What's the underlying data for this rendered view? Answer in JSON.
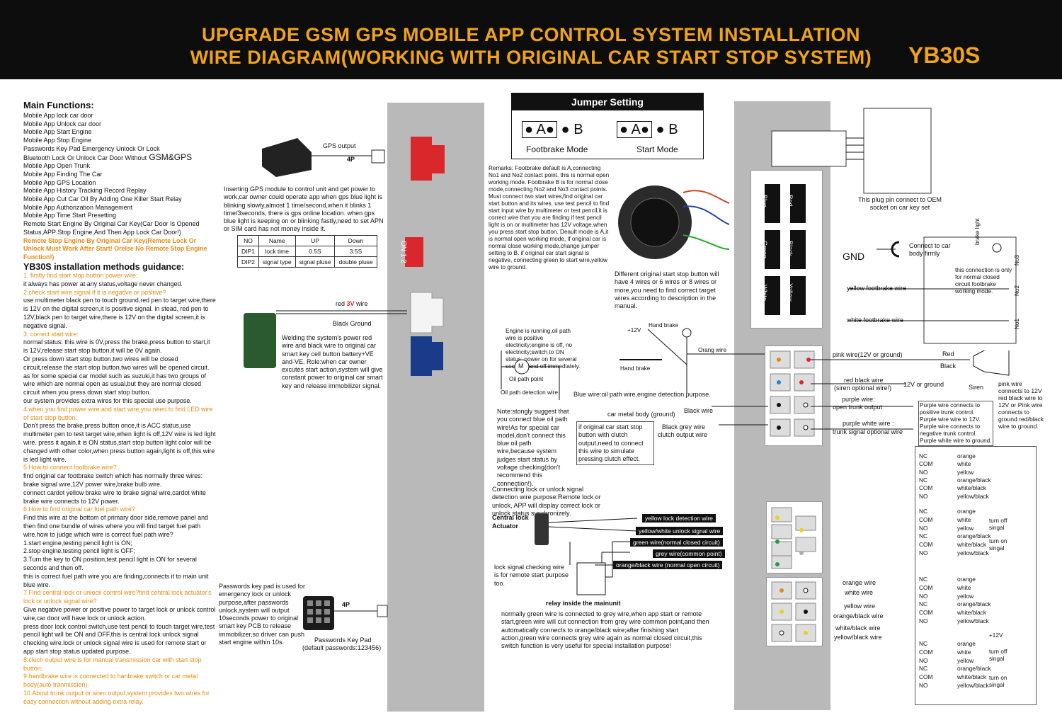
{
  "header": {
    "title_line1": "UPGRADE GSM GPS MOBILE APP CONTROL SYSTEM INSTALLATION",
    "title_line2": "WIRE DIAGRAM(WORKING WITH ORIGINAL CAR START STOP SYSTEM)",
    "model": "YB30S"
  },
  "main_functions": {
    "title": "Main Functions:",
    "items": [
      "Mobile App lock car door",
      "Mobile App Unlock car door",
      "Mobile App Start Engine",
      "Mobile App Stop Engine",
      "Passwords Key Pad Emergency Unlock Or Lock",
      "Bluetooth Lock Or Unlock Car Door Without",
      "Mobile App Open Trunk",
      "Mobile App Finding The Car",
      "Mobile App GPS Location",
      "Mobile App History Tracking Record Replay",
      "Mobile App Cut Car Oil By Adding One Killer Start Relay",
      "Mobile App Authorization Management",
      "Mobile App Time Start Presetting",
      "Remote Start Engine By Original Car Key(Car Door Is Opened",
      "Status,APP Stop Engine,And Then App Lock Car Door!)"
    ],
    "gsm_gps": "GSM&GPS",
    "warning": "Remote Stop Engine By Original Car Key(Remote Lock Or Unlock Must Work After Start! Orelse No Remote Stop Engine Function!)"
  },
  "guidance": {
    "title": "YB30S installation methods guidance:",
    "lines": [
      {
        "t": "1. firstly find start stop button power wire;",
        "h": true
      },
      {
        "t": "it always has power at any status,voltage never changed.",
        "h": false
      },
      {
        "t": "2.check start wire signal if it is negative or positive?",
        "h": true
      },
      {
        "t": "use multimeter black pen to touch ground,red pen to target wire,there is 12V on the digital screen,it is positive signal. in stead, red pen to 12V,black pen to target wire,there is 12V on the digital screen,it is negative signal.",
        "h": false
      },
      {
        "t": "3. correct start wire:",
        "h": true
      },
      {
        "t": "normal status: this wire is 0V,press the brake,press button to start,it is 12V,release start stop button,it will be 0V again.",
        "h": false
      },
      {
        "t": "Or press down start stop button,two wires will be closed circuit,release the start stop button,two wires will be opened circuit. as for some special car model such as suzuki,it has two groups of wire which are normal open as usual,but they are normal closed circuit when you press down start stop button.",
        "h": false
      },
      {
        "t": "our system provides extra wires for this special use purpose.",
        "h": false
      },
      {
        "t": "4.when you find power wire and start wire,you need to find LED wire of start stop button.",
        "h": true
      },
      {
        "t": "Don't press the brake,press button once,it is ACC status,use multimeter pen to test target wire,when light is off,12V wire is led light wire. press it again,it is ON status,start stop button light color will be changed with other color,when press button again,light is off,this wire is led light wire.",
        "h": false
      },
      {
        "t": "5.How to connect footbrake wire?",
        "h": true
      },
      {
        "t": "find original car footbrake switch which has normally three wires: brake signal wire,12V power wire,brake bulb wire.",
        "h": false
      },
      {
        "t": "connect cardot yellow brake wire to brake signal wire,cardot white brake wire connects to 12V power.",
        "h": false
      },
      {
        "t": "6.How to find original car fuel path wire?",
        "h": true
      },
      {
        "t": "Find this wire at the bottom of primary door side,remove panel and then find one bundle of wires where you will find target fuel path wire.how to judge which wire is correct fuel path wire?",
        "h": false
      },
      {
        "t": "    1.start engine,testing pencil light is ON;",
        "h": false
      },
      {
        "t": "    2.stop engine,testing pencil light is OFF;",
        "h": false
      },
      {
        "t": "    3.Turn the key to ON position,test pencil light is ON for several seconds and then off.",
        "h": false
      },
      {
        "t": "this is correct fuel path wire you are finding,connects it to main unit blue wire.",
        "h": false
      },
      {
        "t": "7.Find central lock or unlock control wire?find central lock actuator's lock or unlock signal wire?",
        "h": true
      },
      {
        "t": "Give negative power or positive power to target lock or unlock control wire,car door will have lock or unlock action.",
        "h": false
      },
      {
        "t": "press door lock control switch,use test pencil to touch target wire,test pencil light will be ON and OFF,this is central lock unlock signal checking wire.lock or unlock signal wire is used for remote start or app start stop status updated purpose.",
        "h": false
      },
      {
        "t": "8.cluch output wire is for manual transmission car with start stop button;",
        "h": true
      },
      {
        "t": "9.handbrake wire is connected to hanbrake switch or car metal body(auto tranmission).",
        "h": true
      },
      {
        "t": "10.About trunk output or siren output,system provides two wires for easy connection without adding extra relay.",
        "h": true
      }
    ]
  },
  "gps": {
    "output": "GPS output",
    "pins": "4P",
    "text": "Inserting GPS module to control unit and get power to work,car owner could operate app when gps blue light is blinking slowly,almost 1 time/second,when it blinks 1 time/3seconds, there is gps online location. when gps blue light is keeping on or blinking fastly,need to set APN or SIM card has not money inside it."
  },
  "dip_table": {
    "headers": [
      "NO",
      "Name",
      "UP",
      "Down"
    ],
    "rows": [
      [
        "DIP1",
        "lock time",
        "0.5S",
        "3.5S"
      ],
      [
        "DIP2",
        "signal type",
        "signal pluse",
        "double pluse"
      ]
    ]
  },
  "dip_switch": {
    "label": "ON 1 2"
  },
  "smartkey": {
    "red_wire": "red",
    "red_v": "3V",
    "red_wire2": "wire",
    "black_ground": "Black Ground",
    "text": "Welding the system's power red wire and black wire to original car smart key cell button battery+VE and-VE. Role:when car owner excutes start action,system will give constant power to original car smart key and release immobilizer signal."
  },
  "keypad": {
    "text": "Passwords key pad is used for emergency lock or unlock purpose,after passwords unlock,system will output 10seconds power to original smart key PCB to release immobilizer,so driver can push start engine within 10s.",
    "pins": "4P",
    "caption1": "Passwords Key Pad",
    "caption2": "(default passwords:123456)"
  },
  "jumper": {
    "title": "Jumper Setting",
    "a": "A",
    "b": "B",
    "foot": "Footbrake Mode",
    "start": "Start Mode"
  },
  "remarks": {
    "text": "Remarks: Footbrake default is A,connecting No1 and No2 contact point. this is normal open working mode. Footbrake B is for normal close mode,connecting No2 and No3 contact points. Must connect two start wires,find original car start button and its wires. use test pencil to find start input wire by multimeter or test pencil,it is correct wire that you are finding if test pencil light is on or multimeter has 12V voltage.when you press start stop button. Deault mode is A,it is normal open working mode, if original car is normal close working mode,change jumper setting to B. if original car start signal is negative, connecting green to start wire,yellow wire to ground."
  },
  "button_note": "Different original start stop button will have 4 wires or 6 wires or 8 wires or more,you need to find correct target wires according to description in the manual.",
  "start_wires": [
    "Blue",
    "Red",
    "Green",
    "Black",
    "White",
    "Yellow"
  ],
  "plug_note": "This plug pin connect to OEM socket on car key set",
  "gnd": {
    "label": "GND",
    "connect": "Connect to car body firmly",
    "brake_light": "brake light",
    "note": "this connection is only for normal closed circuit footbrake working mode.",
    "no3": "No3",
    "no2": "No2",
    "no1": "No1",
    "yellow_fb": "yellow footbrake wire",
    "white_fb": "white footbrake wire"
  },
  "oil": {
    "engine_note": "Engine is running,oil path wire is positive electricity;engine is off, no electricity;switch to ON status, power on for several seconds and off immediately.",
    "motor": "M",
    "oil_pump": "Oil path point",
    "oil_det": "Oil path detection wire",
    "blue_wire": "Blue wire:oil path wire,engine detection purpose.",
    "plus12": "+12V",
    "hand_brake": "Hand brake",
    "hand_brake2": "Hand brake",
    "orange_wire": "Orang wire"
  },
  "right_wires": {
    "pink": "pink wire(12V or ground)",
    "red_black": "red black wire",
    "red_black2": "(siren optional wire!)",
    "v12_ground": "12V or ground",
    "purple": "purple wire:",
    "purple2": "open trunk output",
    "purple_white": "purple white wire :",
    "purple_white2": "trunk signal optional wire",
    "red": "Red",
    "black": "Black",
    "siren": "Siren",
    "pink_note": "pink wire connects to 12V red black wire to 12V or Pink wire connects to ground red/black wire to ground.",
    "purple_note": "Purple wire connects to positive trunk control. Purple wire wire to 12V. Purple wire connects to negative trunk control. Purple white wire to ground."
  },
  "ground_wires": {
    "body": "car metal body (ground)",
    "black": "Black wire",
    "black_grey": "Black grey wire",
    "clutch": "clutch output wire",
    "clutch_note": "if original car start stop button with clutch output,need to connect this wire to simulate pressing clutch effect."
  },
  "note_oil": "Note:stongly suggest that you connect blue oil path wire!As for special car model,don't connect this blue oil path wire,because system judges start status by voltage checking(don't recommend this connection!).",
  "lock": {
    "note": "Connecting lock or unlock signal detection wire purpose:Remote lock or unlock, APP will display correct lock or unlock status synchronizely.",
    "actuator1": "Central lock",
    "actuator2": "Actuator",
    "check_note": "lock signal checking wire is for remote start purpose too.",
    "wires": [
      "yellow lock detection wire",
      "yellow/white unlock signal wire",
      "green wire(normal closed circuit)",
      "grey wire(common point)",
      "orange/black wire (normal open circuit)"
    ],
    "relay": "relay inside the mainunit",
    "relay_note": "normally green wire is connected to grey wire,when app start or remote start,green wire will cut connection from grey wire common point,and then automatically connects to orange/black wire;after finishing start action,green wire connects grey wire again as normal closed circuit,this switch function is very useful for special installation purpose!"
  },
  "door_wires": [
    "orange wire",
    "white wire",
    "yellow wire",
    "orange/black wire",
    "white/black wire",
    "yellow/black wire"
  ],
  "relay_top": {
    "terms": [
      "NC",
      "COM",
      "NO",
      "NC",
      "COM",
      "NO"
    ],
    "wires": [
      "orange",
      "white",
      "yellow",
      "orange/black",
      "white/black",
      "yellow/black"
    ]
  },
  "relay_mid": {
    "terms": [
      "NC",
      "COM",
      "NO",
      "NC",
      "COM",
      "NO"
    ],
    "wires": [
      "orange",
      "white",
      "yellow",
      "orange/black",
      "white/black",
      "yellow/black"
    ],
    "off": "turn off singal",
    "on": "turn on singal"
  },
  "relay_bottom": {
    "terms": [
      "NC",
      "COM",
      "NO",
      "NC",
      "COM",
      "NO"
    ],
    "wires": [
      "orange",
      "white",
      "yellow",
      "orange/black",
      "white/black",
      "yellow/black"
    ],
    "v12": "+12V",
    "off": "turn off singal",
    "on": "turn on singal"
  },
  "relay_last": {
    "terms": [
      "NC",
      "COM",
      "NO",
      "NC",
      "COM",
      "NO"
    ],
    "wires": [
      "orange",
      "white",
      "yellow",
      "orange/black",
      "white/black",
      "yellow/black"
    ],
    "off": "turn off singal",
    "on": "turn on singal"
  }
}
